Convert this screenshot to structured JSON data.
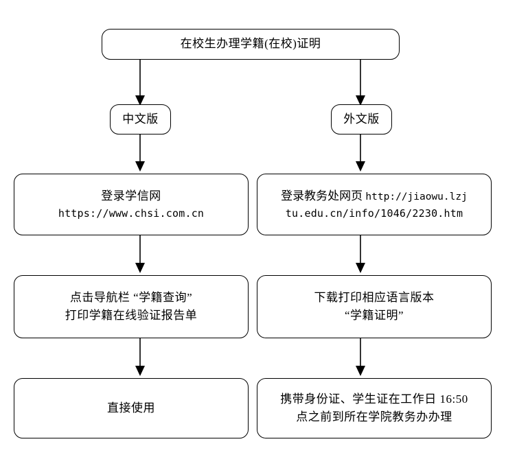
{
  "diagram": {
    "type": "flowchart",
    "title_node": {
      "id": "root",
      "label": "在校生办理学籍(在校)证明"
    },
    "branches": [
      {
        "id": "chinese",
        "label": "中文版",
        "steps": [
          {
            "id": "cn-step-1",
            "lines": [
              "登录学信网",
              "https://www.chsi.com.cn"
            ],
            "line1": "登录学信网",
            "line2": "https://www.chsi.com.cn"
          },
          {
            "id": "cn-step-2",
            "line1": "点击导航栏 “学籍查询”",
            "line2": "打印学籍在线验证报告单"
          },
          {
            "id": "cn-step-3",
            "line1": "直接使用"
          }
        ]
      },
      {
        "id": "foreign",
        "label": "外文版",
        "steps": [
          {
            "id": "fl-step-1",
            "line1_cn": "登录教务处网页 ",
            "line1_url": "http://jiaowu.lzj",
            "line2_url": "tu.edu.cn/info/1046/2230.htm"
          },
          {
            "id": "fl-step-2",
            "line1": "下载打印相应语言版本",
            "line2": "“学籍证明”"
          },
          {
            "id": "fl-step-3",
            "line1": "携带身份证、学生证在工作日 16:50",
            "line2": "点之前到所在学院教务办办理"
          }
        ]
      }
    ],
    "colors": {
      "stroke": "#000000",
      "fill": "#ffffff",
      "text": "#000000"
    }
  }
}
